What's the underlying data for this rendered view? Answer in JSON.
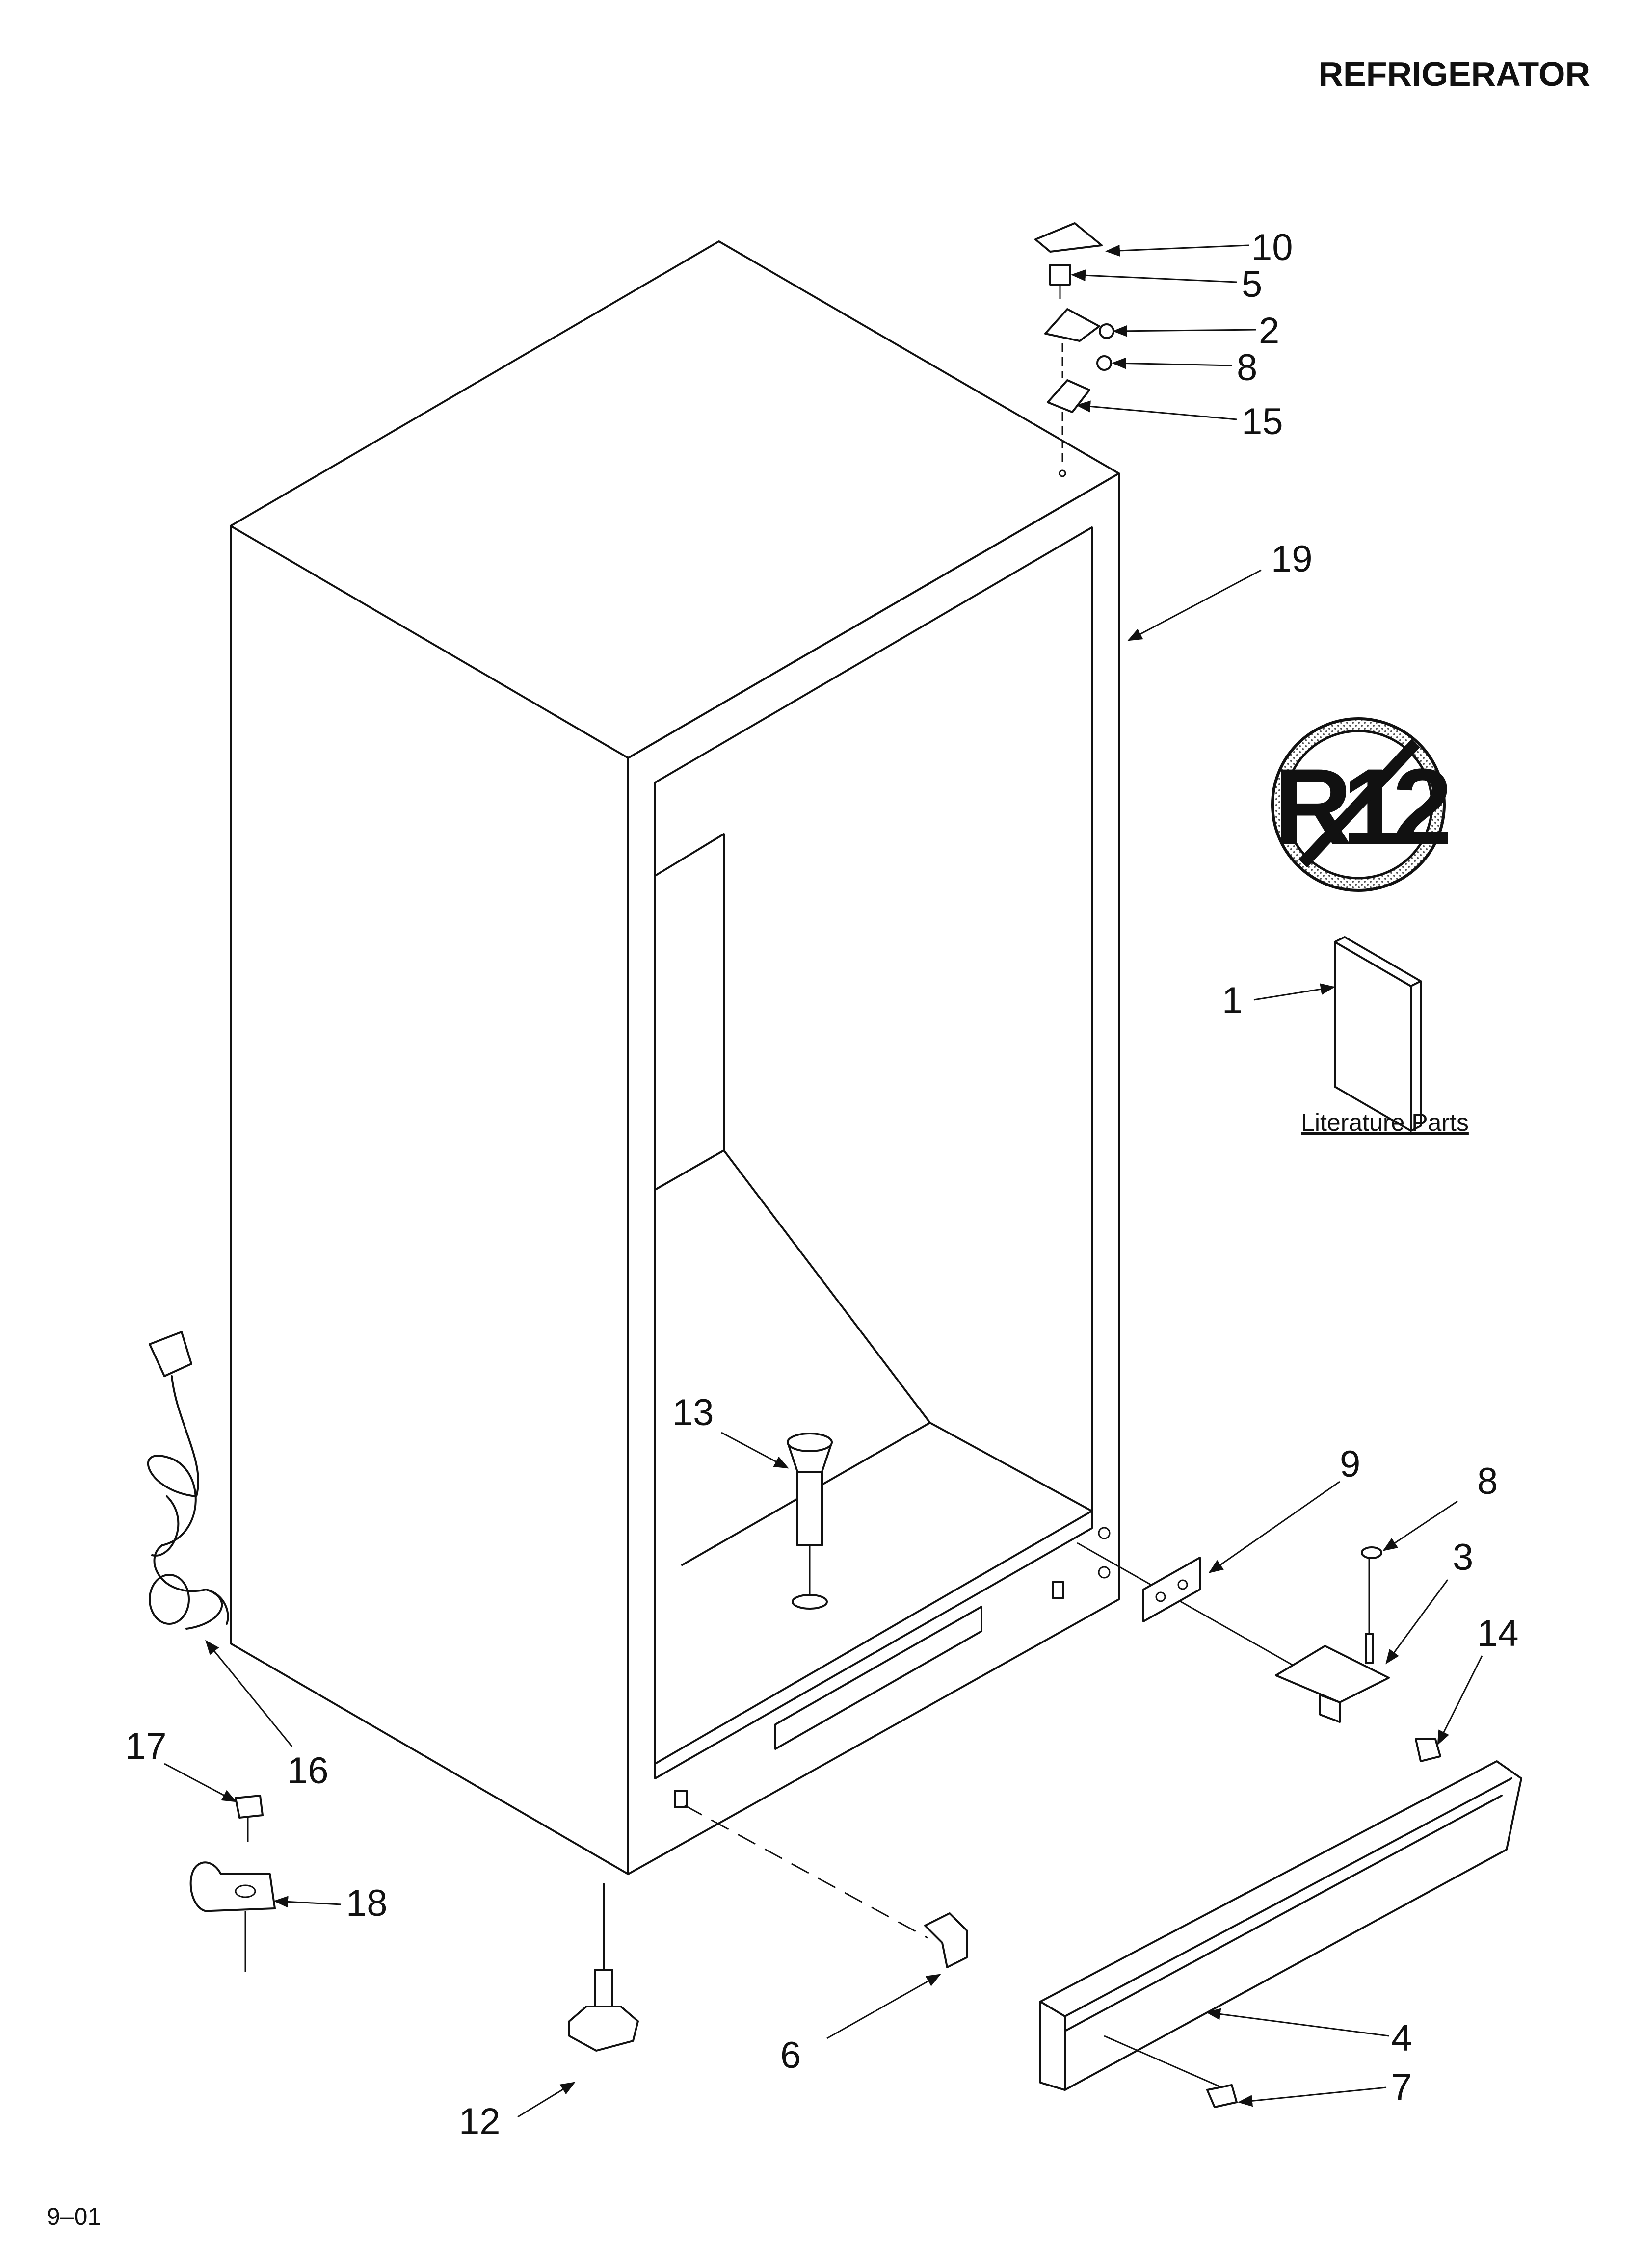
{
  "header": {
    "title": "REFRIGERATOR"
  },
  "footer": {
    "date_code": "9–01"
  },
  "literature": {
    "caption": "Literature Parts"
  },
  "badge": {
    "text": "R12",
    "icon": "no-r12-icon"
  },
  "callouts": [
    {
      "key": "p10",
      "label": "10"
    },
    {
      "key": "p5",
      "label": "5"
    },
    {
      "key": "p2",
      "label": "2"
    },
    {
      "key": "p8a",
      "label": "8"
    },
    {
      "key": "p15",
      "label": "15"
    },
    {
      "key": "p19",
      "label": "19"
    },
    {
      "key": "p1",
      "label": "1"
    },
    {
      "key": "p13",
      "label": "13"
    },
    {
      "key": "p9",
      "label": "9"
    },
    {
      "key": "p8b",
      "label": "8"
    },
    {
      "key": "p3",
      "label": "3"
    },
    {
      "key": "p14",
      "label": "14"
    },
    {
      "key": "p17",
      "label": "17"
    },
    {
      "key": "p16",
      "label": "16"
    },
    {
      "key": "p18",
      "label": "18"
    },
    {
      "key": "p4",
      "label": "4"
    },
    {
      "key": "p7",
      "label": "7"
    },
    {
      "key": "p6",
      "label": "6"
    },
    {
      "key": "p12",
      "label": "12"
    }
  ]
}
